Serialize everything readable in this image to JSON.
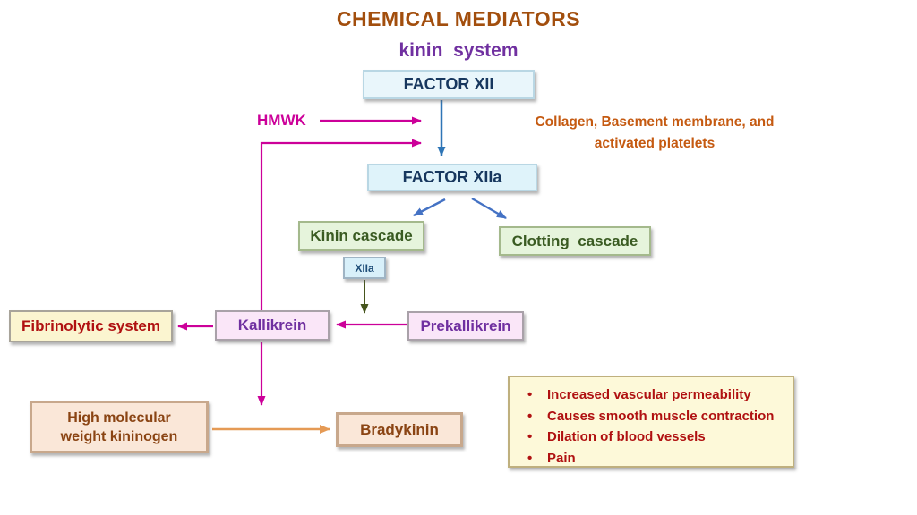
{
  "title": "CHEMICAL MEDIATORS",
  "subtitle": "kinin  system",
  "nodes": {
    "factor_xii": "FACTOR XII",
    "factor_xiia": "FACTOR XIIa",
    "kinin_cascade": "Kinin cascade",
    "clotting_cascade": "Clotting  cascade",
    "xiia_small": "XIIa",
    "kallikrein": "Kallikrein",
    "prekallikrein": "Prekallikrein",
    "fibrinolytic_system": "Fibrinolytic system",
    "hmwk": "HMWK",
    "collagen_line1": "Collagen, Basement membrane, and",
    "collagen_line2": "activated platelets",
    "high_molecular_line1": "High molecular",
    "high_molecular_line2": "weight kininogen",
    "bradykinin": "Bradykinin"
  },
  "effects": {
    "bullet": "•",
    "items": [
      "Increased vascular permeability",
      "Causes smooth muscle contraction",
      "Dilation of blood vessels",
      "Pain"
    ]
  },
  "colors": {
    "title_brown": "#A24E0D",
    "subtitle_purple": "#7030A0",
    "magenta": "#CC0099",
    "steel_blue": "#2E75B6",
    "cornflower_blue": "#4472C4",
    "olive_green": "#46551D",
    "orange": "#E59A55",
    "navy_text": "#17375E",
    "green_text": "#3A5B22",
    "purple_text": "#7030A0",
    "dark_red_text": "#B01111",
    "brown_text": "#8A4413",
    "collagen_orange": "#C55A11",
    "cyan_fill": "#E9F6FB",
    "green_fill": "#E6F4DC",
    "pink_fill": "#FAE6F8",
    "yellow_fill": "#FBF5D0",
    "peach_fill": "#FAE7D8"
  }
}
